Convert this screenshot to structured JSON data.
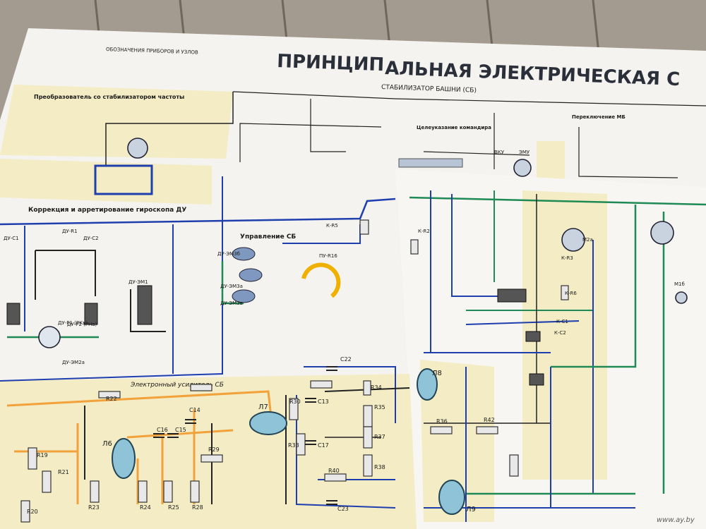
{
  "colors": {
    "wood": "#a39b8f",
    "wood_dark": "#6f675c",
    "paper": "#f4f3ef",
    "paper_shadow": "#d9d6cf",
    "yellow_zone": "#f3ecc4",
    "wire_blue": "#1f3fae",
    "wire_green": "#1f8a55",
    "wire_orange": "#f2a23a",
    "wire_black": "#222222",
    "tube_fill": "#8fc3d8",
    "coil_fill": "#7f98c0"
  },
  "header": {
    "title_left": "ПРИНЦИП",
    "title_right": "АЛЬНАЯ ЭЛЕКТРИЧЕСКАЯ С",
    "subtitle": "СТАБИЛИЗАТОР БАШНИ (СБ)",
    "legend_heading": "ОБОЗНАЧЕНИЯ ПРИБОРОВ И УЗЛОВ"
  },
  "sections": {
    "converter": "Преобразователь со стабилизатором частоты",
    "target_designation": "Целеуказание командира",
    "correction": "Коррекция и арретирование гироскопа ДУ",
    "control_sb": "Управление СБ",
    "amplifier": "Электронный усилитель СБ",
    "switch_mb": "Переключение МБ"
  },
  "labels": {
    "r": [
      "R22",
      "R23",
      "R24",
      "R25",
      "R28",
      "R29",
      "R30",
      "R33",
      "R34",
      "R35",
      "R37",
      "R38",
      "R40",
      "R36",
      "R42",
      "R19",
      "R20",
      "R21"
    ],
    "c": [
      "C22",
      "C13",
      "C14",
      "C15",
      "C16",
      "C17",
      "C23"
    ],
    "tubes": [
      "Л6",
      "Л7",
      "Л8",
      "Л9"
    ],
    "misc": [
      "ДУ-С1",
      "ДУ-С2",
      "ДУ-R1",
      "ДУ-Р1 (РКв)",
      "ДУ-Р2 (РНв)",
      "ДУ-ЭМ1",
      "ДУ-ЭМ2а",
      "ДУ-ЭМ3б",
      "ДУ-ЭМ3а",
      "ДУ-ЭМ3в",
      "ПУ-R16",
      "К-R5",
      "К-R6",
      "К-R3",
      "К-R2",
      "К-С1",
      "К-С2",
      "ЭМУ",
      "ВКУ",
      "М1б",
      "М2а"
    ]
  },
  "watermark": "www.ay.by"
}
